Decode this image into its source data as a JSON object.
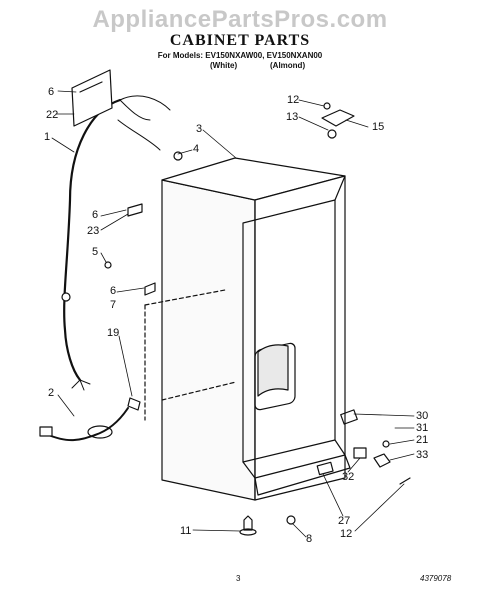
{
  "watermark": "AppliancePartsPros.com",
  "title": "CABINET PARTS",
  "models_line": "For Models: EV150NXAW00, EV150NXAN00",
  "variant_white": "(White)",
  "variant_almond": "(Almond)",
  "callouts": [
    "6",
    "22",
    "1",
    "3",
    "4",
    "12",
    "13",
    "15",
    "6",
    "23",
    "5",
    "6",
    "7",
    "19",
    "2",
    "30",
    "31",
    "21",
    "33",
    "32",
    "27",
    "12",
    "11",
    "8"
  ],
  "page_number": "3",
  "part_code": "4379078"
}
